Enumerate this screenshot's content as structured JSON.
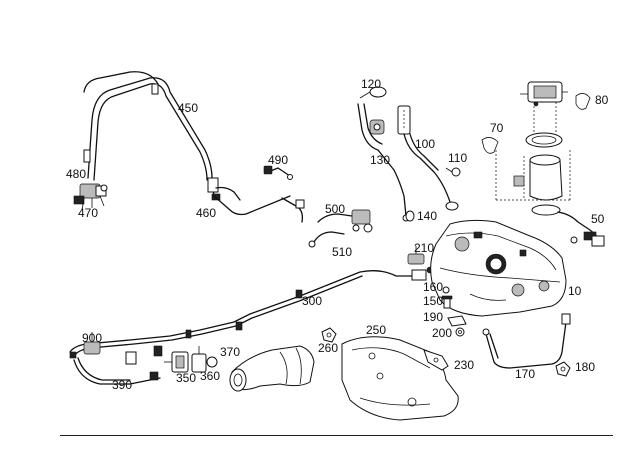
{
  "callouts": [
    {
      "id": "c120",
      "label": "120"
    },
    {
      "id": "c80",
      "label": "80"
    },
    {
      "id": "c450",
      "label": "450"
    },
    {
      "id": "c100",
      "label": "100"
    },
    {
      "id": "c70",
      "label": "70"
    },
    {
      "id": "c480",
      "label": "480"
    },
    {
      "id": "c490",
      "label": "490"
    },
    {
      "id": "c130",
      "label": "130"
    },
    {
      "id": "c110",
      "label": "110"
    },
    {
      "id": "c470",
      "label": "470"
    },
    {
      "id": "c460",
      "label": "460"
    },
    {
      "id": "c500",
      "label": "500"
    },
    {
      "id": "c140",
      "label": "140"
    },
    {
      "id": "c50",
      "label": "50"
    },
    {
      "id": "c210",
      "label": "210"
    },
    {
      "id": "c510",
      "label": "510"
    },
    {
      "id": "c160",
      "label": "160"
    },
    {
      "id": "c10",
      "label": "10"
    },
    {
      "id": "c300",
      "label": "300"
    },
    {
      "id": "c150",
      "label": "150"
    },
    {
      "id": "c190",
      "label": "190"
    },
    {
      "id": "c250",
      "label": "250"
    },
    {
      "id": "c200",
      "label": "200"
    },
    {
      "id": "c900",
      "label": "900"
    },
    {
      "id": "c260",
      "label": "260"
    },
    {
      "id": "c370",
      "label": "370"
    },
    {
      "id": "c230",
      "label": "230"
    },
    {
      "id": "c180",
      "label": "180"
    },
    {
      "id": "c350",
      "label": "350"
    },
    {
      "id": "c360",
      "label": "360"
    },
    {
      "id": "c170",
      "label": "170"
    },
    {
      "id": "c390",
      "label": "390"
    }
  ]
}
